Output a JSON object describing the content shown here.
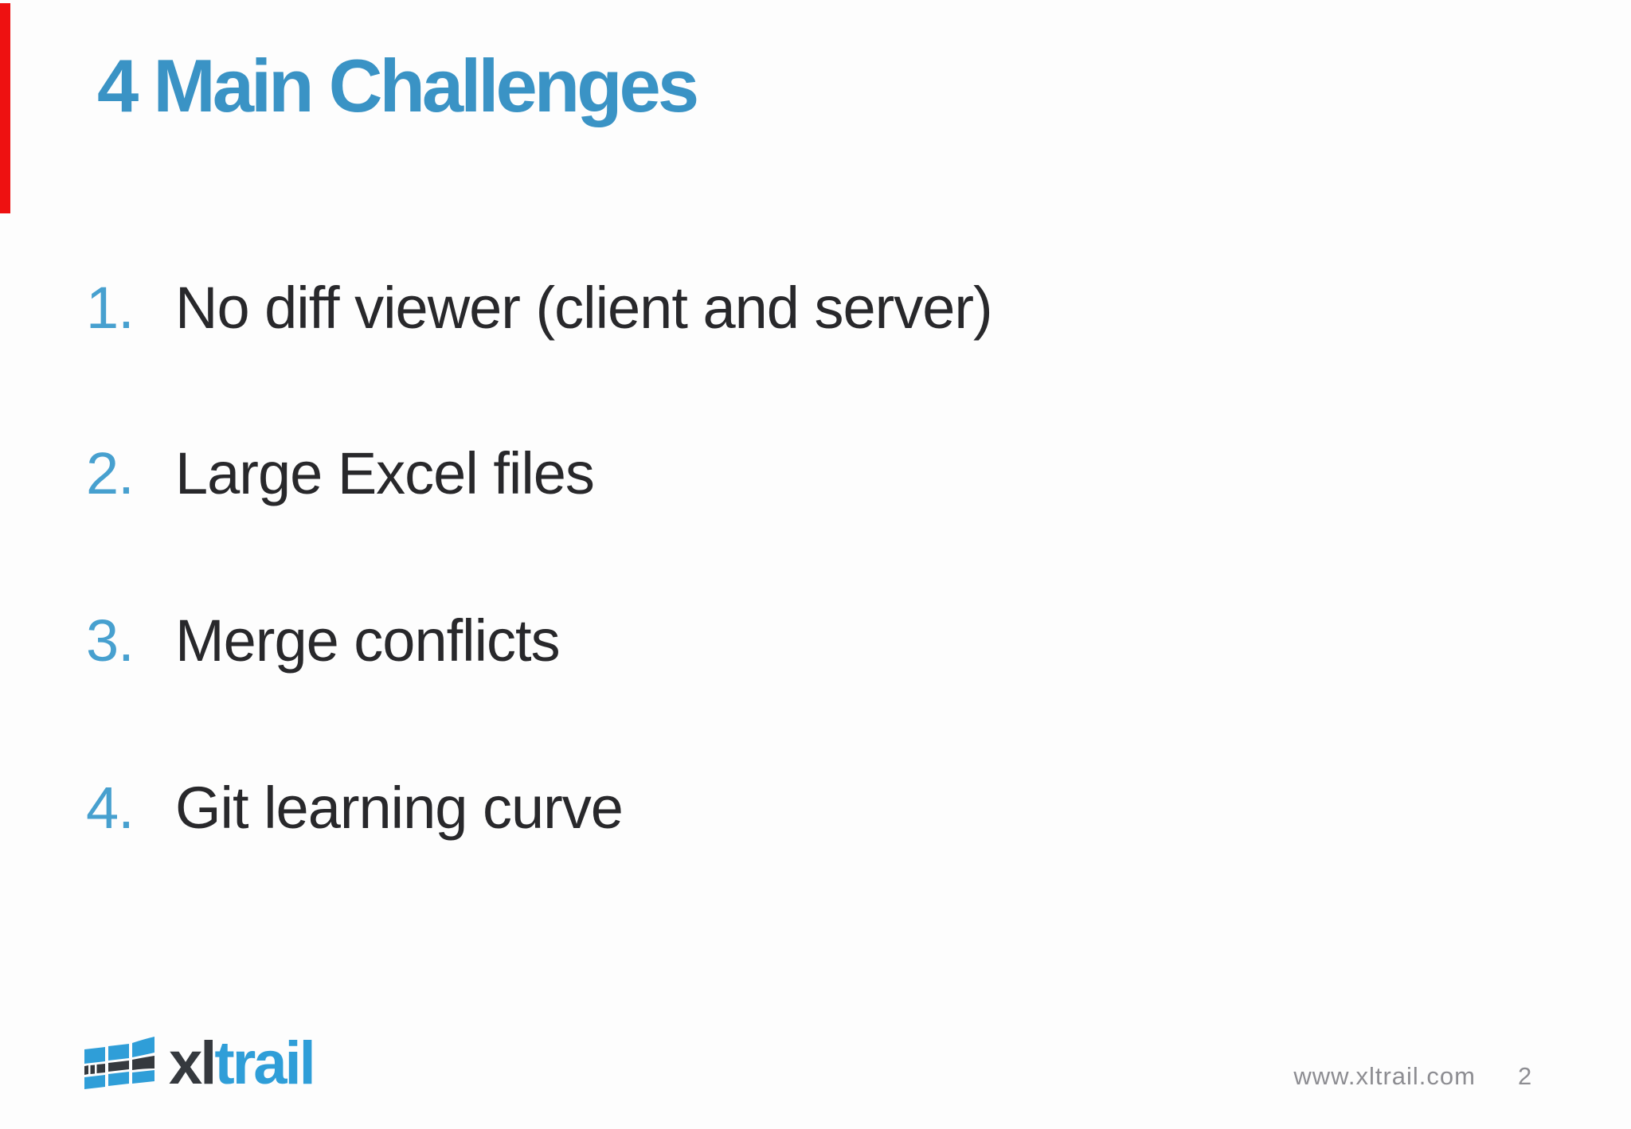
{
  "slide": {
    "title": "4 Main Challenges",
    "items": [
      {
        "number": "1.",
        "text": "No diff viewer (client and server)"
      },
      {
        "number": "2.",
        "text": "Large Excel files"
      },
      {
        "number": "3.",
        "text": "Merge conflicts"
      },
      {
        "number": "4.",
        "text": "Git learning curve"
      }
    ]
  },
  "footer": {
    "logo_text_dark": "xl",
    "logo_text_blue": "trail",
    "website": "www.xltrail.com",
    "page_number": "2"
  },
  "colors": {
    "title_blue": "#3a93c5",
    "number_blue": "#47a0cf",
    "body_text": "#28282b",
    "footer_gray": "#8d8d92",
    "logo_blue": "#2f9ed8",
    "logo_dark": "#35393e",
    "red_marker": "#ee1111",
    "slide_bg": "#fdfdfd"
  }
}
